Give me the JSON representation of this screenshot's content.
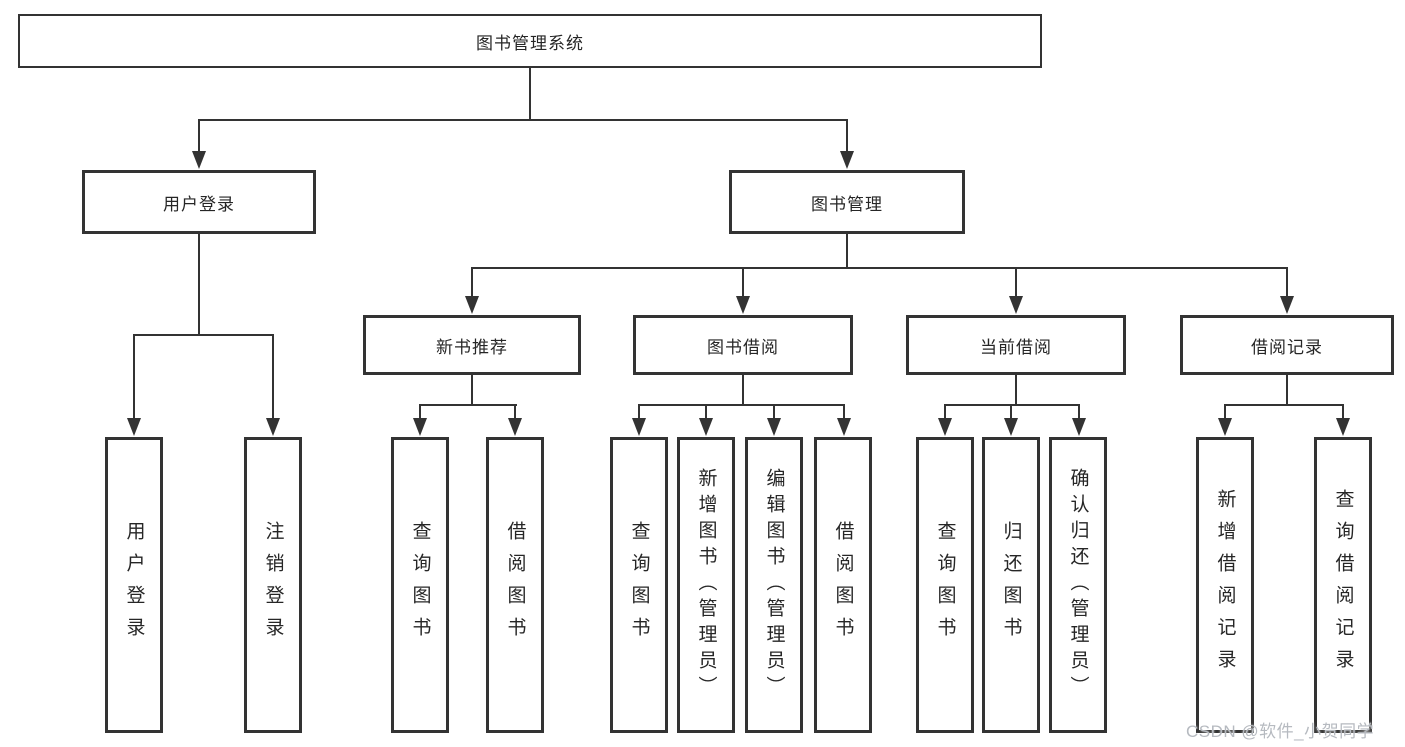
{
  "tree": {
    "root": {
      "label": "图书管理系统",
      "children": [
        {
          "label": "用户登录",
          "children": [
            {
              "label": "用户登录"
            },
            {
              "label": "注销登录"
            }
          ]
        },
        {
          "label": "图书管理",
          "children": [
            {
              "label": "新书推荐",
              "children": [
                {
                  "label": "查询图书"
                },
                {
                  "label": "借阅图书"
                }
              ]
            },
            {
              "label": "图书借阅",
              "children": [
                {
                  "label": "查询图书"
                },
                {
                  "label": "新增图书（管理员）"
                },
                {
                  "label": "编辑图书（管理员）"
                },
                {
                  "label": "借阅图书"
                }
              ]
            },
            {
              "label": "当前借阅",
              "children": [
                {
                  "label": "查询图书"
                },
                {
                  "label": "归还图书"
                },
                {
                  "label": "确认归还（管理员）"
                }
              ]
            },
            {
              "label": "借阅记录",
              "children": [
                {
                  "label": "新增借阅记录"
                },
                {
                  "label": "查询借阅记录"
                }
              ]
            }
          ]
        }
      ]
    }
  },
  "watermark": "CSDN @软件_小贺同学",
  "colors": {
    "line": "#333333",
    "box_fill": "#ffffff",
    "text": "#262626",
    "watermark": "#b6bac0"
  }
}
